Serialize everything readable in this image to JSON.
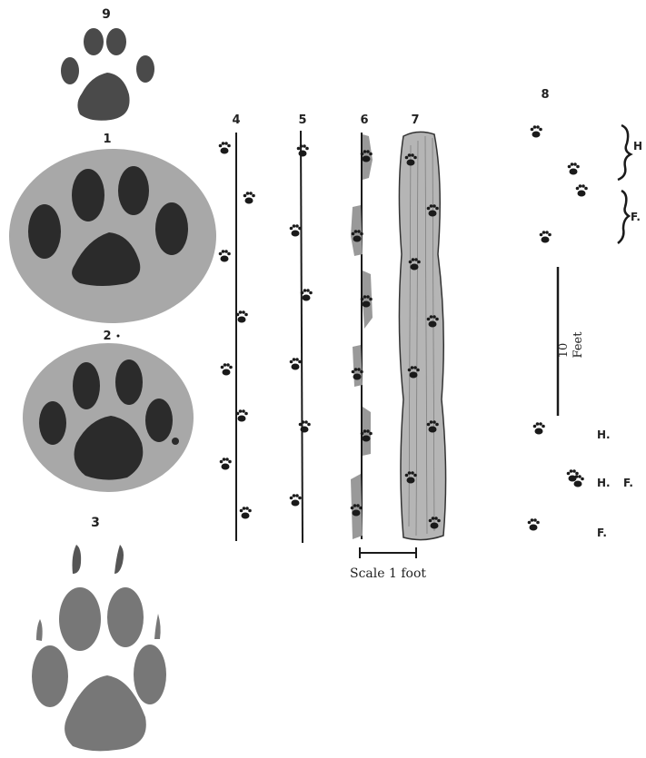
{
  "figure": {
    "fig_labels": {
      "n9": "9",
      "n1": "1",
      "n2": "2",
      "n3": "3",
      "n4": "4",
      "n5": "5",
      "n6": "6",
      "n7": "7",
      "n8": "8"
    },
    "scale_label": "Scale 1 foot",
    "distance_number": "10",
    "distance_unit": "Feet",
    "gait_labels": {
      "hind_bracket": "H",
      "fore_bracket": "F.",
      "hind": "H.",
      "hind_fore_h": "H.",
      "hind_fore_f": "F.",
      "fore": "F."
    }
  },
  "colors": {
    "ink": "#1a1a1a",
    "pad_fill": "#2b2b2b",
    "shade": "#a8a8a8",
    "paper": "#ffffff"
  }
}
